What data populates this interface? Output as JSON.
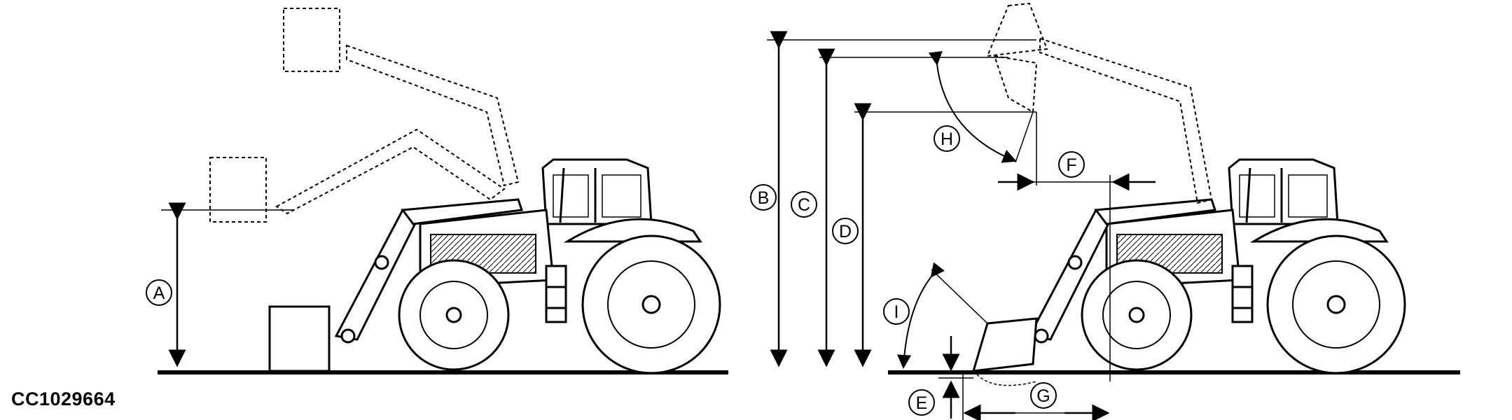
{
  "figure_code": "CC1029664",
  "dimension_labels": {
    "a": "A",
    "b": "B",
    "c": "C",
    "d": "D",
    "e": "E",
    "f": "F",
    "g": "G",
    "h": "H",
    "i": "I"
  },
  "colors": {
    "line": "#000000",
    "background": "#ffffff",
    "loader_fill": "#d9d9d9"
  }
}
